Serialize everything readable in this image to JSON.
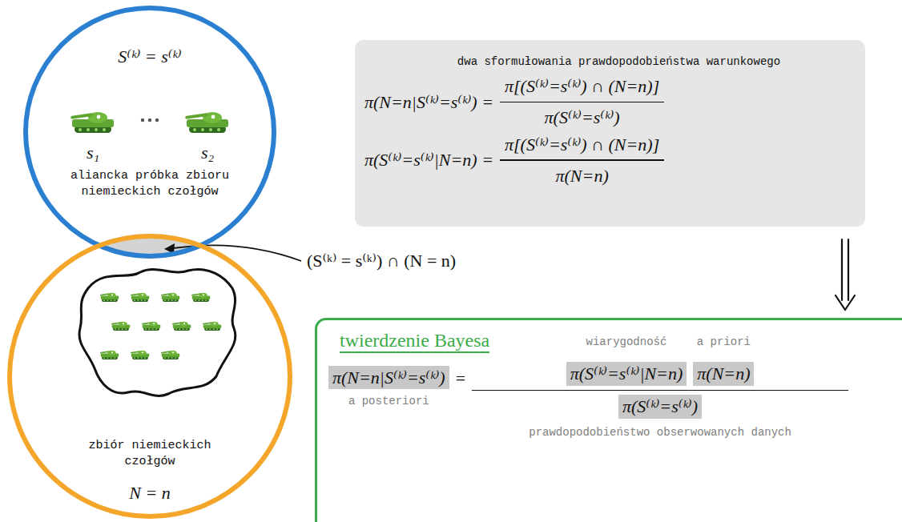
{
  "diagram": {
    "nodes": [
      {
        "text": [
          "S⁽ᵏ⁾ = s⁽ᵏ⁾",
          "s₁",
          "s₂",
          "aliancka próbka zbioru niemieckich czołgów"
        ]
      },
      {
        "text": [
          "zbiór niemieckich czołgów",
          "N = n"
        ]
      },
      {
        "text": [
          "dwa sformułowania prawdopodobieństwa warunkowego",
          "π(N=n|S⁽ᵏ⁾=s⁽ᵏ⁾) =",
          "π[(S⁽ᵏ⁾=s⁽ᵏ⁾) ∩ (N=n)]",
          "π(S⁽ᵏ⁾=s⁽ᵏ⁾)",
          "π(S⁽ᵏ⁾=s⁽ᵏ⁾|N=n) =",
          "π[(S⁽ᵏ⁾=s⁽ᵏ⁾) ∩ (N=n)]",
          "π(N=n)"
        ]
      },
      {
        "text": [
          "twierdzenie Bayesa",
          "π(N=n|S⁽ᵏ⁾=s⁽ᵏ⁾)",
          "a posteriori",
          "=",
          "wiarygodność",
          "π(S⁽ᵏ⁾=s⁽ᵏ⁾|N=n)",
          "a priori",
          "π(N=n)",
          "π(S⁽ᵏ⁾=s⁽ᵏ⁾)",
          "prawdopodobieństwo obserwowanych danych"
        ]
      }
    ],
    "edges": [
      {
        "from": 2,
        "to": 3,
        "arrow": "to"
      }
    ],
    "labels": [
      "(S⁽ᵏ⁾ = s⁽ᵏ⁾) ∩ (N = n)"
    ]
  }
}
